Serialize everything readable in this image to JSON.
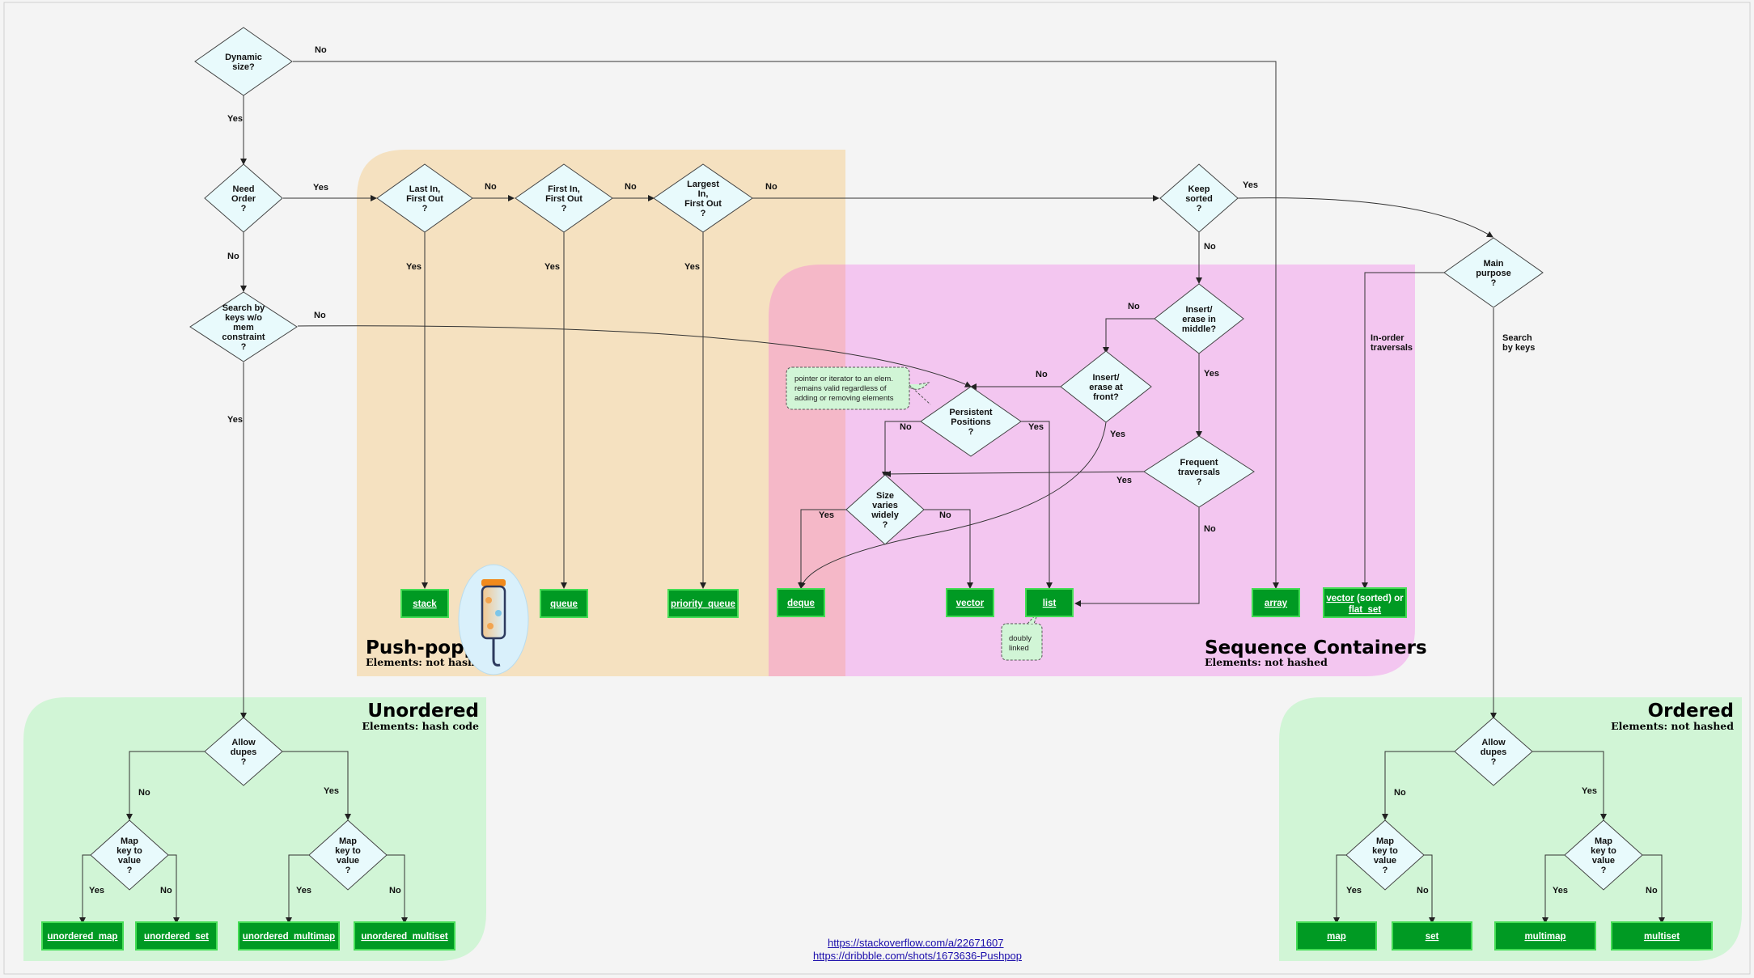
{
  "regions": {
    "push_poppers": {
      "title": "Push-poppers",
      "subtitle": "Elements: not hashed"
    },
    "sequence": {
      "title": "Sequence Containers",
      "subtitle": "Elements: not hashed"
    },
    "unordered": {
      "title": "Unordered",
      "subtitle": "Elements: hash code"
    },
    "ordered": {
      "title": "Ordered",
      "subtitle": "Elements: not hashed"
    }
  },
  "decisions": {
    "dynamic_size": [
      "Dynamic",
      "size?"
    ],
    "need_order": [
      "Need",
      "Order",
      "?"
    ],
    "search_keys": [
      "Search by",
      "keys w/o",
      "mem",
      "constraint",
      "?"
    ],
    "lifo": [
      "Last In,",
      "First Out",
      "?"
    ],
    "fifo": [
      "First In,",
      "First Out",
      "?"
    ],
    "largest": [
      "Largest",
      "In,",
      "First Out",
      "?"
    ],
    "keep_sorted": [
      "Keep",
      "sorted",
      "?"
    ],
    "main_purpose": [
      "Main",
      "purpose",
      "?"
    ],
    "insert_middle": [
      "Insert/",
      "erase in",
      "middle?"
    ],
    "insert_front": [
      "Insert/",
      "erase at",
      "front?"
    ],
    "persistent": [
      "Persistent",
      "Positions",
      "?"
    ],
    "frequent": [
      "Frequent",
      "traversals",
      "?"
    ],
    "size_varies": [
      "Size",
      "varies",
      "widely",
      "?"
    ],
    "u_dupes": [
      "Allow",
      "dupes",
      "?"
    ],
    "u_map_nodup": [
      "Map",
      "key to",
      "value",
      "?"
    ],
    "u_map_dup": [
      "Map",
      "key to",
      "value",
      "?"
    ],
    "o_dupes": [
      "Allow",
      "dupes",
      "?"
    ],
    "o_map_nodup": [
      "Map",
      "key to",
      "value",
      "?"
    ],
    "o_map_dup": [
      "Map",
      "key to",
      "value",
      "?"
    ]
  },
  "containers": {
    "stack": "stack",
    "queue": "queue",
    "priority_queue": "priority_queue",
    "deque": "deque",
    "vector": "vector",
    "list": "list",
    "array": "array",
    "vector_sorted": [
      "vector",
      " (sorted) or",
      "flat_set"
    ],
    "unordered_map": "unordered_map",
    "unordered_set": "unordered_set",
    "unordered_multimap": "unordered_multimap",
    "unordered_multiset": "unordered_multiset",
    "map": "map",
    "set": "set",
    "multimap": "multimap",
    "multiset": "multiset"
  },
  "edge_labels": {
    "yes": "Yes",
    "no": "No",
    "in_order": [
      "In-order",
      "traversals"
    ],
    "search_by_keys": [
      "Search",
      "by keys"
    ]
  },
  "notes": {
    "persistent": [
      "pointer or iterator to an elem.",
      "remains valid regardless of",
      "adding or removing elements"
    ],
    "list": [
      "doubly",
      "linked"
    ]
  },
  "footer": {
    "link1": "https://stackoverflow.com/a/22671607",
    "link2": "https://dribbble.com/shots/1673636-Pushpop"
  },
  "colors": {
    "push_region": "#f5e1c0",
    "sequence_region": "#f3c6f0",
    "overlap_region": "#f5b8c8",
    "hash_regions": "#d1f5d6",
    "decision_fill": "#e8fafc",
    "container_fill": "#009a23",
    "container_border": "#44dd55"
  }
}
